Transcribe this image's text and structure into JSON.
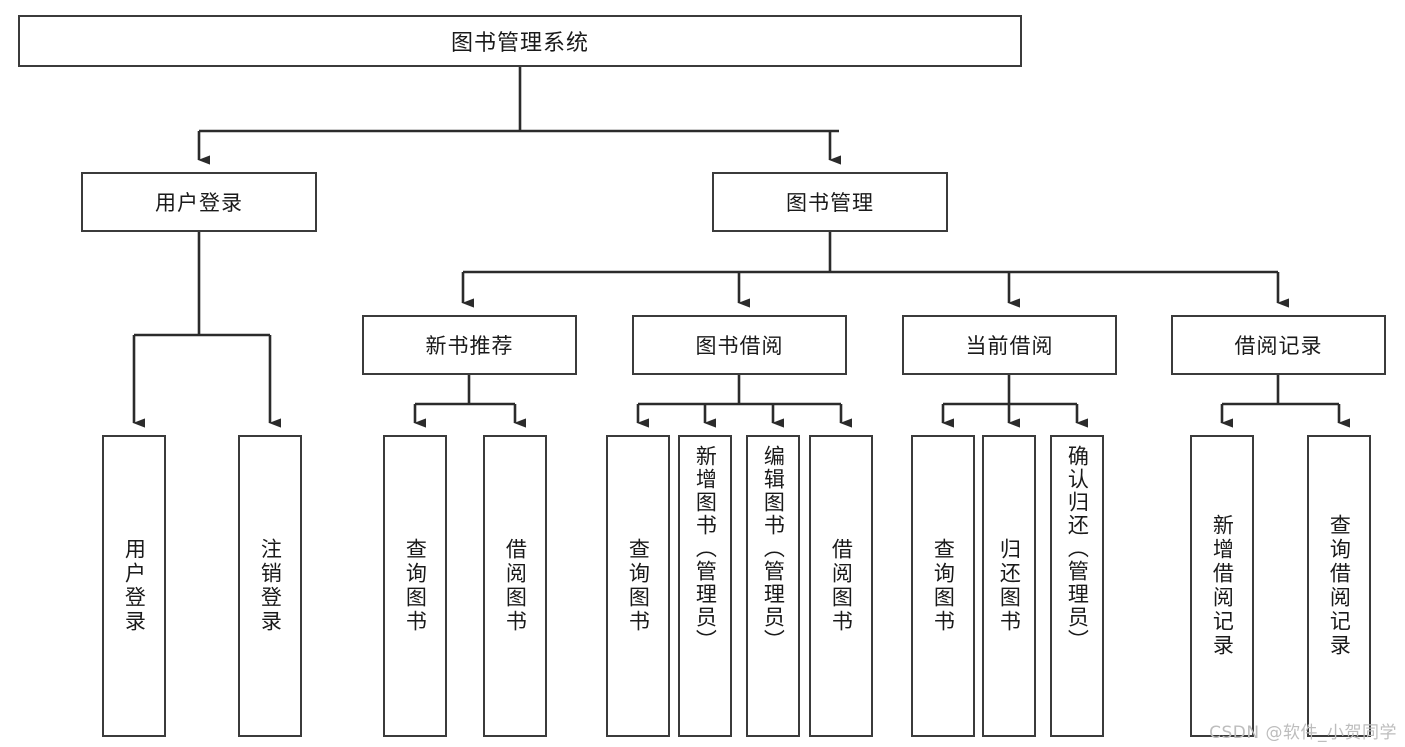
{
  "diagram": {
    "type": "tree-hierarchy-flowchart",
    "title": "图书管理系统",
    "orientation": "top-down",
    "box_fill": "#ffffff",
    "box_stroke": "#3b3b3b",
    "connector_color": "#2b2b2b",
    "background": "#ffffff",
    "nodes": {
      "root": {
        "label": "图书管理系统",
        "level": 0
      },
      "level1": [
        {
          "id": "user-login",
          "label": "用户登录"
        },
        {
          "id": "book-management",
          "label": "图书管理"
        }
      ],
      "level2": [
        {
          "id": "new-book-recommend",
          "label": "新书推荐"
        },
        {
          "id": "book-borrow",
          "label": "图书借阅"
        },
        {
          "id": "current-borrow",
          "label": "当前借阅"
        },
        {
          "id": "borrow-record",
          "label": "借阅记录"
        }
      ],
      "leaves": {
        "user-login": [
          {
            "id": "leaf-user-login",
            "label": "用户登录"
          },
          {
            "id": "leaf-logout-login",
            "label": "注销登录"
          }
        ],
        "new-book-recommend": [
          {
            "id": "leaf-query-book-1",
            "label": "查询图书"
          },
          {
            "id": "leaf-borrow-book-1",
            "label": "借阅图书"
          }
        ],
        "book-borrow": [
          {
            "id": "leaf-query-book-2",
            "label": "查询图书"
          },
          {
            "id": "leaf-add-book-admin",
            "label": "新增图书（管理员）"
          },
          {
            "id": "leaf-edit-book-admin",
            "label": "编辑图书（管理员）"
          },
          {
            "id": "leaf-borrow-book-2",
            "label": "借阅图书"
          }
        ],
        "current-borrow": [
          {
            "id": "leaf-query-book-3",
            "label": "查询图书"
          },
          {
            "id": "leaf-return-book",
            "label": "归还图书"
          },
          {
            "id": "leaf-confirm-return-admin",
            "label": "确认归还（管理员）"
          }
        ],
        "borrow-record": [
          {
            "id": "leaf-add-borrow-record",
            "label": "新增借阅记录"
          },
          {
            "id": "leaf-query-borrow-record",
            "label": "查询借阅记录"
          }
        ]
      }
    }
  },
  "watermark": {
    "text": "CSDN @软件_小贺同学",
    "color": "#bdbdbd"
  }
}
